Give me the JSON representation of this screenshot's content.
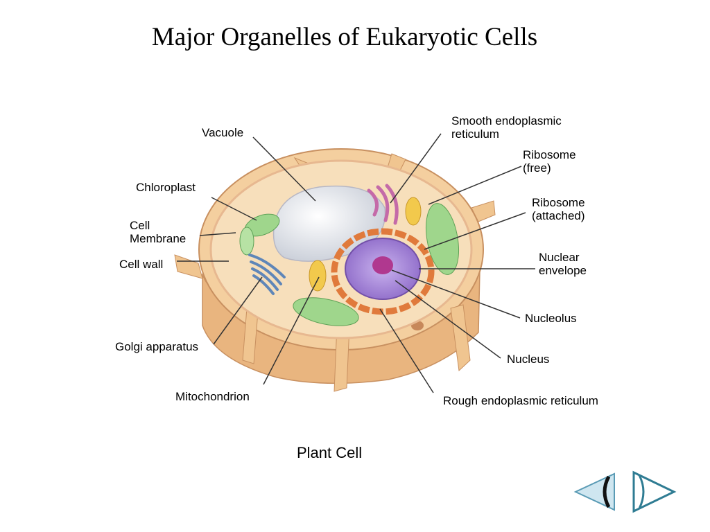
{
  "title": "Major Organelles of Eukaryotic Cells",
  "caption": "Plant Cell",
  "labels": {
    "vacuole": "Vacuole",
    "chloroplast": "Chloroplast",
    "cell_membrane": "Cell\nMembrane",
    "cell_wall": "Cell wall",
    "golgi": "Golgi apparatus",
    "mitochondrion": "Mitochondrion",
    "smooth_er": "Smooth endoplasmic\nreticulum",
    "ribosome_free": "Ribosome\n(free)",
    "ribosome_attached": "Ribosome\n(attached)",
    "nuclear_envelope": "Nuclear\nenvelope",
    "nucleolus": "Nucleolus",
    "nucleus": "Nucleus",
    "rough_er": "Rough endoplasmic reticulum"
  },
  "colors": {
    "cell_wall": "#f0c99a",
    "cytoplasm": "#f7dfbb",
    "nucleus": "#a98ad8",
    "nucleolus": "#b0388f",
    "rough_er": "#e07a3c",
    "chloroplast": "#9fd68c",
    "golgi": "#5f86b8",
    "mitochondrion": "#f2c94c",
    "smooth_er": "#c46aa8",
    "vacuole": "#e8ebf2"
  },
  "nav": {
    "prev_icon": "previous-arrow-icon",
    "next_icon": "next-arrow-icon"
  }
}
